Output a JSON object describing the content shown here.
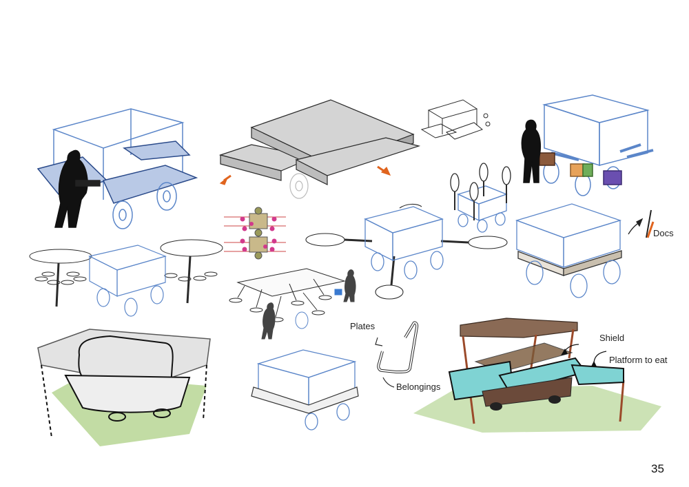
{
  "labels": {
    "docs": "Docs",
    "plates": "Plates",
    "belongings": "Belongings",
    "shield": "Shield",
    "platform_to_eat": "Platform to eat"
  },
  "page_number": "35",
  "colors": {
    "sketch_blue": "#5b86c9",
    "ink": "#2a2a2a",
    "panel_blue": "#b9c9e6",
    "panel_grey": "#d4d4d4",
    "accent_orange": "#e0641e",
    "canopy_brown": "#8a6a55",
    "mesh_brown": "#7a5a3a",
    "table_teal": "#7fd3d3",
    "grass_green": "#8fbf5a",
    "bead_magenta": "#d23a8c",
    "bag_purple": "#6a4fb0"
  }
}
